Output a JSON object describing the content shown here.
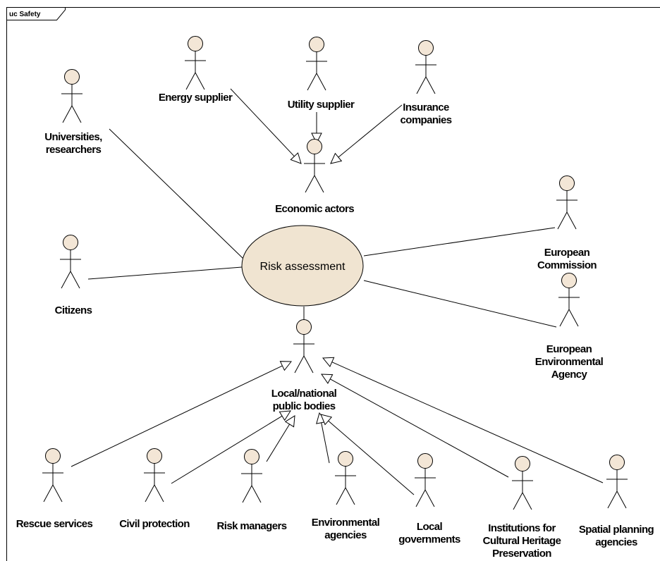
{
  "diagram": {
    "frame_label": "uc Safety",
    "use_case": {
      "label": "Risk assessment"
    },
    "actors": {
      "energy": {
        "label": [
          "Energy supplier"
        ]
      },
      "utility": {
        "label": [
          "Utility supplier"
        ]
      },
      "insurance": {
        "label": [
          "Insurance",
          "companies"
        ]
      },
      "universities": {
        "label": [
          "Universities,",
          "researchers"
        ]
      },
      "economic": {
        "label": [
          "Economic actors"
        ]
      },
      "citizens": {
        "label": [
          "Citizens"
        ]
      },
      "commission": {
        "label": [
          "European",
          "Commission"
        ]
      },
      "eea": {
        "label": [
          "European",
          "Environmental",
          "Agency"
        ]
      },
      "public": {
        "label": [
          "Local/national",
          "public bodies"
        ]
      },
      "rescue": {
        "label": [
          "Rescue services"
        ]
      },
      "civil": {
        "label": [
          "Civil protection"
        ]
      },
      "riskmgr": {
        "label": [
          "Risk managers"
        ]
      },
      "envagency": {
        "label": [
          "Environmental",
          "agencies"
        ]
      },
      "localgov": {
        "label": [
          "Local",
          "governments"
        ]
      },
      "heritage": {
        "label": [
          "Institutions for",
          "Cultural Heritage",
          "Preservation"
        ]
      },
      "spatial": {
        "label": [
          "Spatial planning",
          "agencies"
        ]
      }
    },
    "colors": {
      "actor_fill": "#f3e6d6",
      "usecase_fill": "#f0e4d1",
      "line": "#000000",
      "background": "#ffffff"
    }
  }
}
